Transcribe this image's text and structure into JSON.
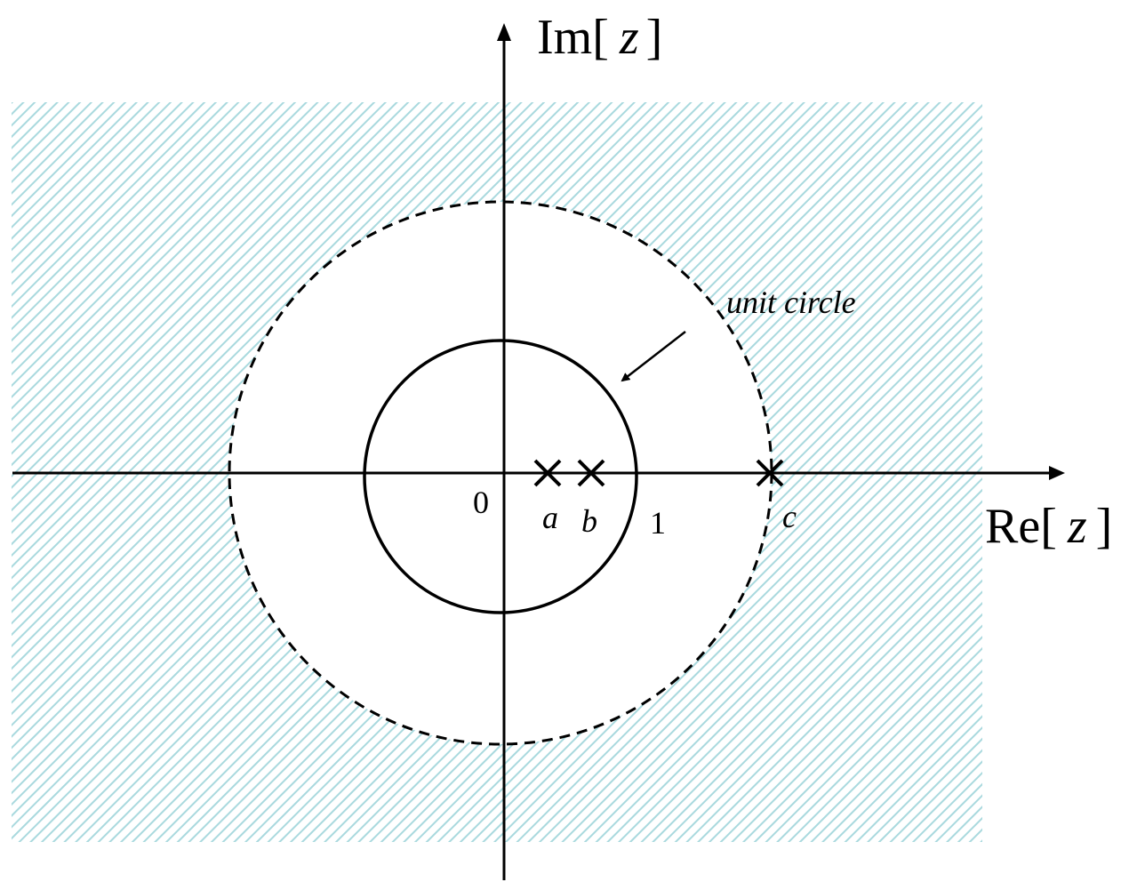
{
  "axes": {
    "imag_label_prefix": "Im[",
    "imag_label_var": "z",
    "imag_label_suffix": "]",
    "real_label_prefix": "Re[",
    "real_label_var": "z",
    "real_label_suffix": "]"
  },
  "points": {
    "origin": "0",
    "a": "a",
    "b": "b",
    "one": "1",
    "c": "c"
  },
  "annotation": {
    "unit_circle": "unit circle"
  },
  "colors": {
    "hatch": "#a9d9de",
    "ink": "#000000",
    "background": "#ffffff"
  }
}
